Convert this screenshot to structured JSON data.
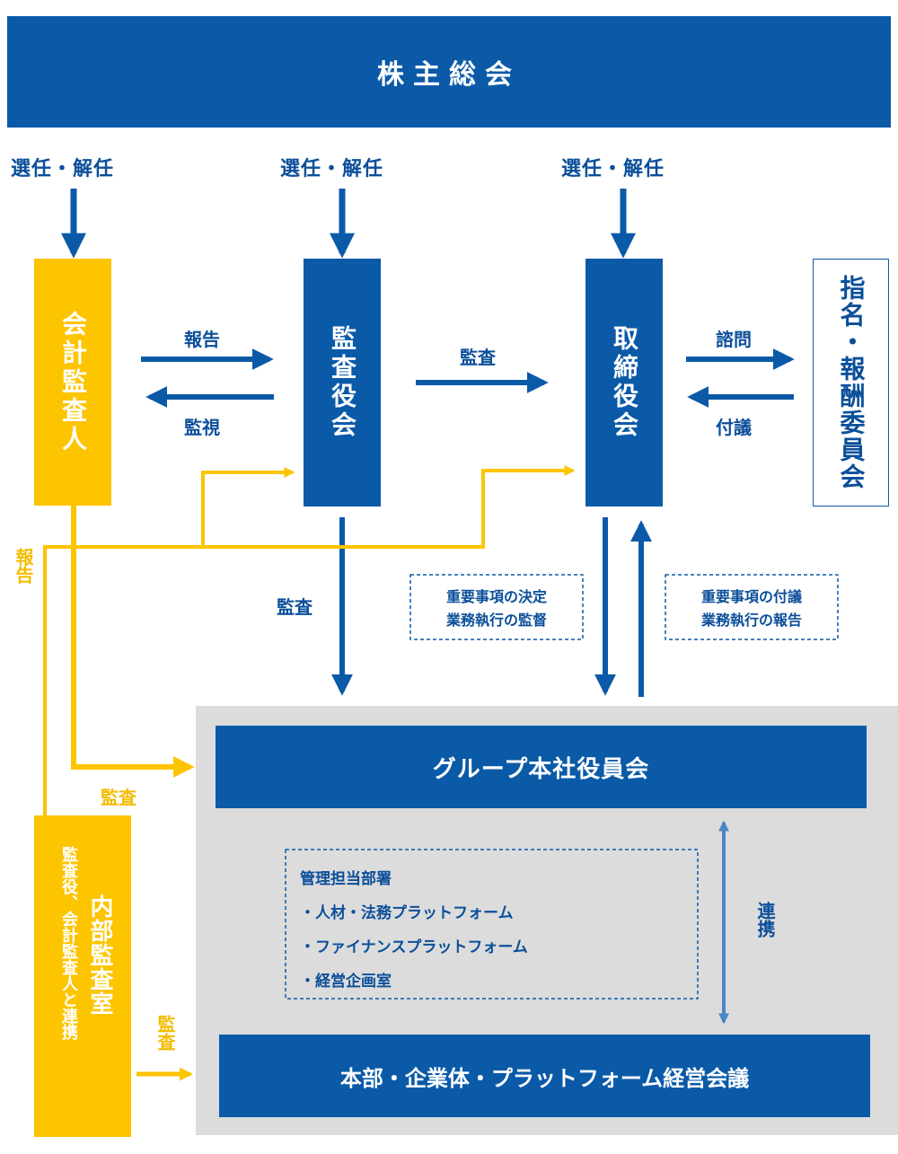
{
  "shareholders": "株主総会",
  "appoint": [
    "選任・解任",
    "選任・解任",
    "選任・解任"
  ],
  "accounting_auditor": "会計監査人",
  "audit_board": "監査役会",
  "board": "取締役会",
  "committee": "指名・報酬委員会",
  "arrows": {
    "report": "報告",
    "monitor": "監視",
    "audit": "監査",
    "consult": "諮問",
    "refer": "付議",
    "report_side": "報告",
    "audit_down": "監査",
    "audit_yellow_group": "監査",
    "audit_yellow_bottom": "監査",
    "cooperate": "連携"
  },
  "notes": {
    "left": [
      "重要事項の決定",
      "業務執行の監督"
    ],
    "right": [
      "重要事項の付議",
      "業務執行の報告"
    ]
  },
  "group_board": "グループ本社役員会",
  "admin": {
    "title": "管理担当部署",
    "items": [
      "・人材・法務プラットフォーム",
      "・ファイナンスプラットフォーム",
      "・経営企画室"
    ]
  },
  "business_meeting": "本部・企業体・プラットフォーム経営会議",
  "internal_audit": {
    "title": "内部監査室",
    "sub": "監査役、会計監査人と連携"
  }
}
